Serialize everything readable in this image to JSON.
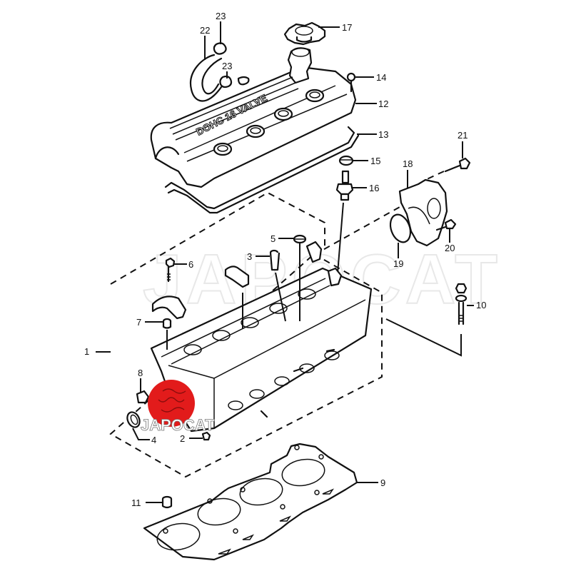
{
  "diagram": {
    "title": "Cylinder head assembly exploded view",
    "watermark_text": "JAPOCAT",
    "logo": {
      "text": "JAPOCAT",
      "color": "#e21b1b"
    },
    "valve_cover_embossing": "DOHC 16 VALVE",
    "callouts": [
      {
        "id": "1",
        "label": "1",
        "part": "cylinder-head"
      },
      {
        "id": "2",
        "label": "2",
        "part": "plug"
      },
      {
        "id": "3",
        "label": "3",
        "part": "valve-guide"
      },
      {
        "id": "4",
        "label": "4",
        "part": "oil-seal"
      },
      {
        "id": "5",
        "label": "5",
        "part": "cap"
      },
      {
        "id": "6",
        "label": "6",
        "part": "bolt"
      },
      {
        "id": "7",
        "label": "7",
        "part": "dowel-pin"
      },
      {
        "id": "8",
        "label": "8",
        "part": "plug"
      },
      {
        "id": "9",
        "label": "9",
        "part": "head-gasket"
      },
      {
        "id": "10",
        "label": "10",
        "part": "head-bolt"
      },
      {
        "id": "11",
        "label": "11",
        "part": "dowel-pin"
      },
      {
        "id": "12",
        "label": "12",
        "part": "cylinder-head-cover"
      },
      {
        "id": "13",
        "label": "13",
        "part": "cover-gasket"
      },
      {
        "id": "14",
        "label": "14",
        "part": "cover-bolt"
      },
      {
        "id": "15",
        "label": "15",
        "part": "spark-plug-seal"
      },
      {
        "id": "16",
        "label": "16",
        "part": "spark-plug"
      },
      {
        "id": "17",
        "label": "17",
        "part": "oil-filler-cap"
      },
      {
        "id": "18",
        "label": "18",
        "part": "water-outlet"
      },
      {
        "id": "19",
        "label": "19",
        "part": "o-ring"
      },
      {
        "id": "20",
        "label": "20",
        "part": "bolt"
      },
      {
        "id": "21",
        "label": "21",
        "part": "bolt"
      },
      {
        "id": "22",
        "label": "22",
        "part": "breather-hose"
      },
      {
        "id": "23a",
        "label": "23",
        "part": "hose-clamp"
      },
      {
        "id": "23b",
        "label": "23",
        "part": "hose-clamp"
      }
    ]
  }
}
